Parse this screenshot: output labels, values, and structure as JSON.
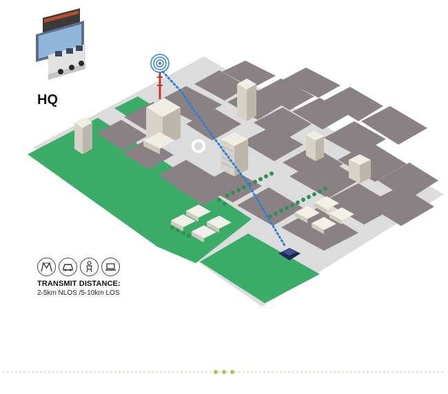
{
  "hq": {
    "label": "HQ"
  },
  "capabilities": {
    "icons": [
      "antenna-mesh-icon",
      "car-icon",
      "soldier-icon",
      "laptop-icon"
    ]
  },
  "transmit": {
    "title": "TRANSMIT DISTANCE:",
    "value": "2-5km NLOS /5-10km LOS"
  },
  "colors": {
    "ground": "#ebebeb",
    "road": "#8a8185",
    "park": "#3bab68",
    "signal": "#2e7fd6",
    "divider_dots": "#a8c46a"
  }
}
